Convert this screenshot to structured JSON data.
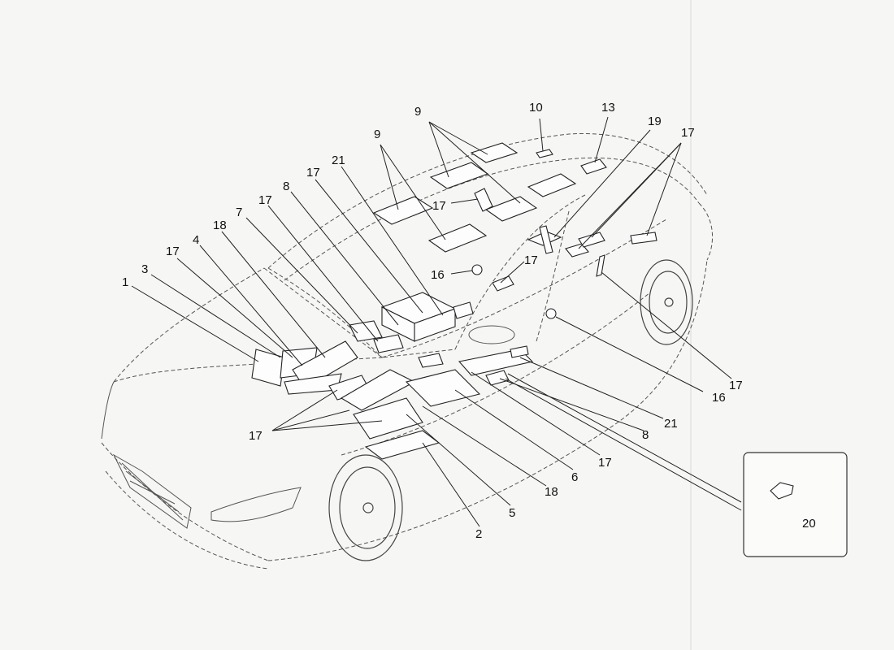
{
  "diagram": {
    "type": "exploded-parts-diagram",
    "callouts": [
      {
        "id": "c1",
        "label": "1"
      },
      {
        "id": "c2",
        "label": "2"
      },
      {
        "id": "c3",
        "label": "3"
      },
      {
        "id": "c4",
        "label": "4"
      },
      {
        "id": "c5",
        "label": "5"
      },
      {
        "id": "c6",
        "label": "6"
      },
      {
        "id": "c7",
        "label": "7"
      },
      {
        "id": "c8a",
        "label": "8"
      },
      {
        "id": "c8b",
        "label": "8"
      },
      {
        "id": "c9a",
        "label": "9"
      },
      {
        "id": "c9b",
        "label": "9"
      },
      {
        "id": "c10",
        "label": "10"
      },
      {
        "id": "c13",
        "label": "13"
      },
      {
        "id": "c16a",
        "label": "16"
      },
      {
        "id": "c16b",
        "label": "16"
      },
      {
        "id": "c17a",
        "label": "17"
      },
      {
        "id": "c17b",
        "label": "17"
      },
      {
        "id": "c17c",
        "label": "17"
      },
      {
        "id": "c17d",
        "label": "17"
      },
      {
        "id": "c17e",
        "label": "17"
      },
      {
        "id": "c17f",
        "label": "17"
      },
      {
        "id": "c17g",
        "label": "17"
      },
      {
        "id": "c17h",
        "label": "17"
      },
      {
        "id": "c17i",
        "label": "17"
      },
      {
        "id": "c18a",
        "label": "18"
      },
      {
        "id": "c18b",
        "label": "18"
      },
      {
        "id": "c19",
        "label": "19"
      },
      {
        "id": "c20",
        "label": "20"
      },
      {
        "id": "c21a",
        "label": "21"
      },
      {
        "id": "c21b",
        "label": "21"
      }
    ]
  }
}
